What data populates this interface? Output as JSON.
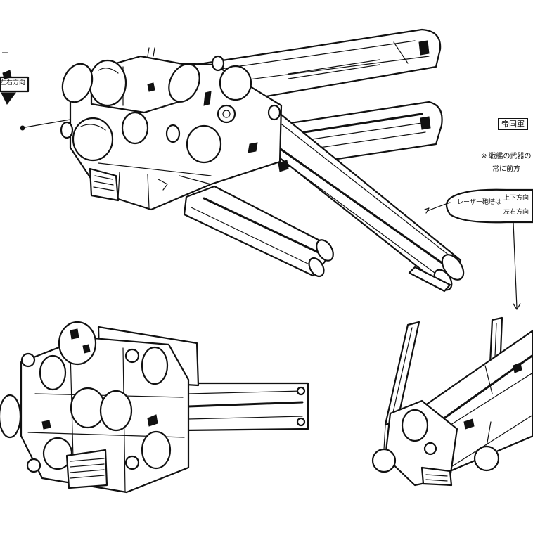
{
  "labels": {
    "left_note": "左右方向",
    "left_note_top": "ー",
    "top_right_box": "帝国軍",
    "note_line1": "※ 戦艦の武器の",
    "note_line2": "常に前方",
    "callout_left": "レーザー砲塔は",
    "callout_right1": "上下方向",
    "callout_right2": "左右方向"
  },
  "colors": {
    "ink": "#111111",
    "paper": "#ffffff"
  }
}
